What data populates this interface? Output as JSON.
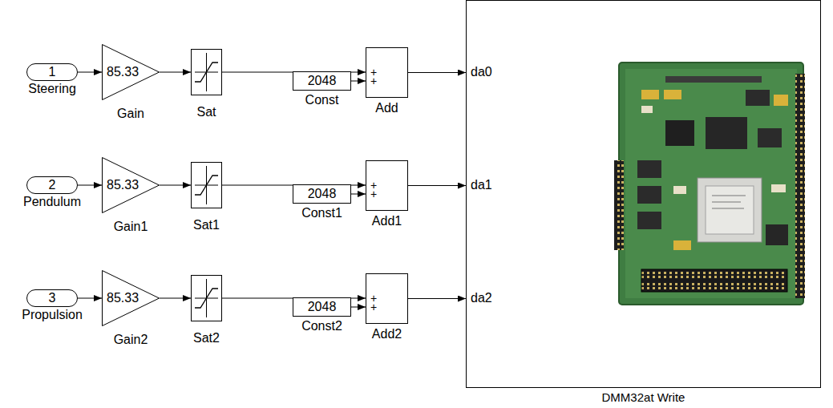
{
  "diagram": {
    "nodes": [
      {
        "text": [
          "1",
          "Steering"
        ]
      },
      {
        "text": [
          "85.33",
          "Gain"
        ]
      },
      {
        "text": [
          "Sat"
        ]
      },
      {
        "text": [
          "2048",
          "Const"
        ]
      },
      {
        "text": [
          "+",
          "+",
          "Add"
        ]
      },
      {
        "text": [
          "2",
          "Pendulum"
        ]
      },
      {
        "text": [
          "85.33",
          "Gain1"
        ]
      },
      {
        "text": [
          "Sat1"
        ]
      },
      {
        "text": [
          "2048",
          "Const1"
        ]
      },
      {
        "text": [
          "+",
          "+",
          "Add1"
        ]
      },
      {
        "text": [
          "3",
          "Propulsion"
        ]
      },
      {
        "text": [
          "85.33",
          "Gain2"
        ]
      },
      {
        "text": [
          "Sat2"
        ]
      },
      {
        "text": [
          "2048",
          "Const2"
        ]
      },
      {
        "text": [
          "+",
          "+",
          "Add2"
        ]
      },
      {
        "text": [
          "da0",
          "da1",
          "da2",
          "DMM32at Write"
        ]
      }
    ],
    "edges": [
      {
        "from": 0,
        "to": 1,
        "arrow": "to"
      },
      {
        "from": 1,
        "to": 2,
        "arrow": "to"
      },
      {
        "from": 2,
        "to": 4,
        "arrow": "to"
      },
      {
        "from": 3,
        "to": 4,
        "arrow": "to"
      },
      {
        "from": 4,
        "to": 15,
        "arrow": "to"
      },
      {
        "from": 5,
        "to": 6,
        "arrow": "to"
      },
      {
        "from": 6,
        "to": 7,
        "arrow": "to"
      },
      {
        "from": 7,
        "to": 9,
        "arrow": "to"
      },
      {
        "from": 8,
        "to": 9,
        "arrow": "to"
      },
      {
        "from": 9,
        "to": 15,
        "arrow": "to"
      },
      {
        "from": 10,
        "to": 11,
        "arrow": "to"
      },
      {
        "from": 11,
        "to": 12,
        "arrow": "to"
      },
      {
        "from": 12,
        "to": 14,
        "arrow": "to"
      },
      {
        "from": 13,
        "to": 14,
        "arrow": "to"
      },
      {
        "from": 14,
        "to": 15,
        "arrow": "to"
      }
    ]
  }
}
